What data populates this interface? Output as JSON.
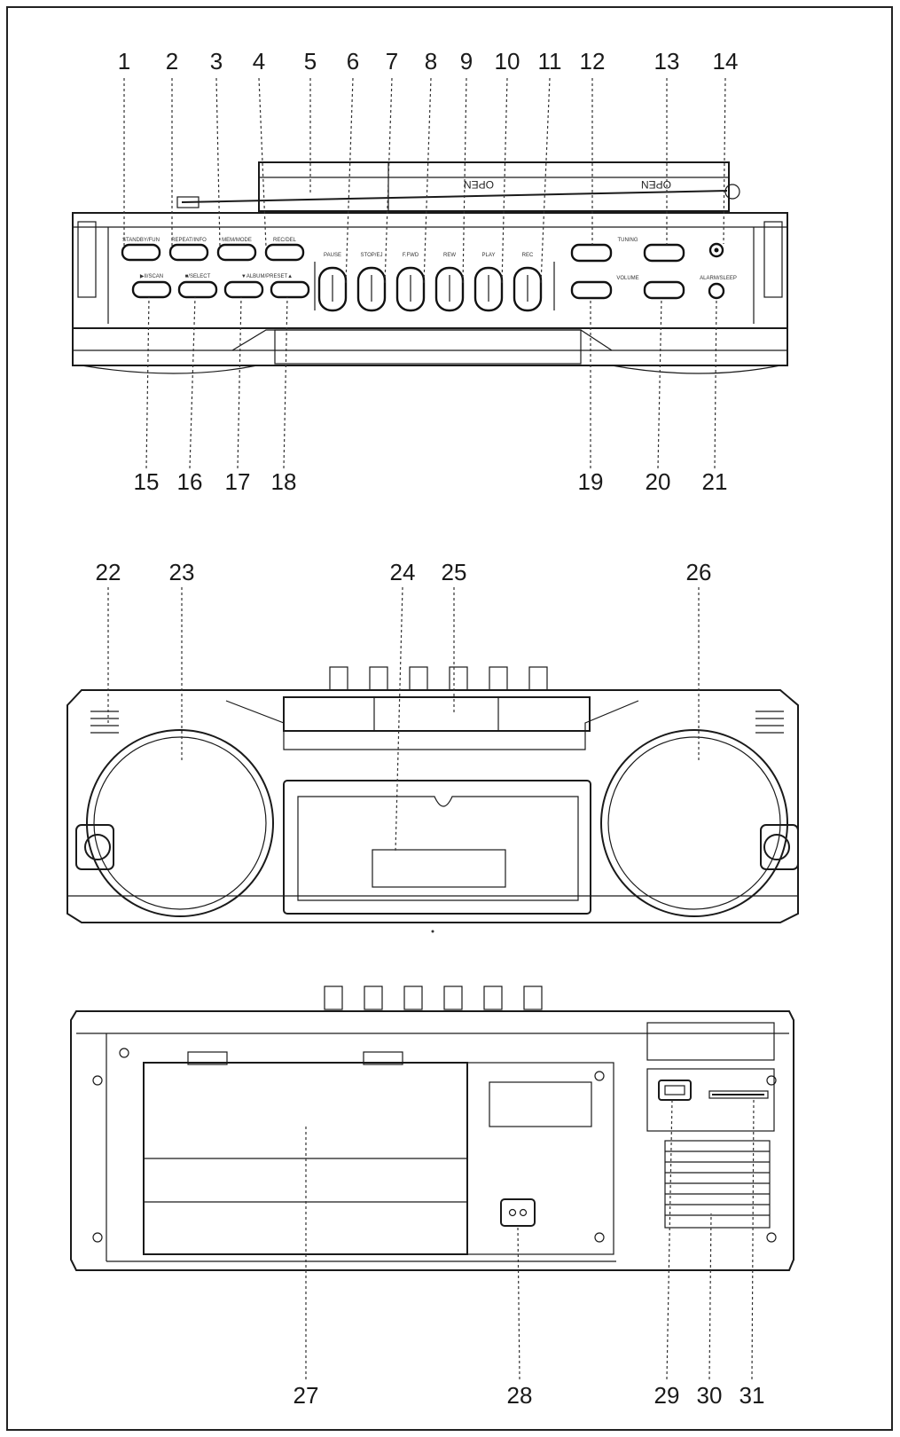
{
  "callouts": {
    "top": [
      "1",
      "2",
      "3",
      "4",
      "5",
      "6",
      "7",
      "8",
      "9",
      "10",
      "11",
      "12",
      "13",
      "14"
    ],
    "bottom": [
      "15",
      "16",
      "17",
      "18",
      "19",
      "20",
      "21"
    ],
    "front": [
      "22",
      "23",
      "24",
      "25",
      "26"
    ],
    "back": [
      "27",
      "28",
      "29",
      "30",
      "31"
    ]
  },
  "panel_labels": {
    "top_buttons": [
      "STANDBY/FUN",
      "REPEAT/INFO",
      "MEM/MODE",
      "REC/DEL"
    ],
    "bottom_buttons": [
      "▶II/SCAN",
      "■/SELECT",
      "▼ALBUM/PRESET▲",
      ""
    ],
    "cassette_keys": [
      "PAUSE",
      "STOP/EJ",
      "F.FWD",
      "REW",
      "PLAY",
      "REC"
    ],
    "tuning": "TUNING",
    "volume": "VOLUME",
    "alarm_sleep": "ALARM/SLEEP",
    "open_label": "OPEN"
  }
}
